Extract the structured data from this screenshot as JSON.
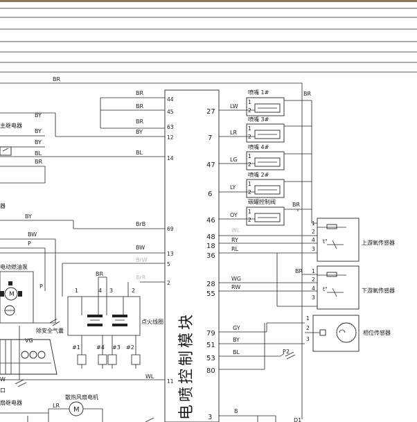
{
  "colors": {
    "frame_top": "#8a7a5a",
    "line": "#222222",
    "faded": "#bdbdbd"
  },
  "module": {
    "title": "电喷控制模块",
    "left_pins": [
      "44",
      "45",
      "63",
      "12",
      "14",
      "69",
      "13",
      "5",
      "2",
      "11"
    ],
    "right_pins": [
      "27",
      "7",
      "47",
      "6",
      "46",
      "48",
      "18",
      "36",
      "28",
      "55",
      "79",
      "51",
      "53",
      "80",
      "3"
    ]
  },
  "left_wires": {
    "br_top": "BR",
    "br1": "BR",
    "br2": "BR",
    "br3": "BR",
    "by1": "BY",
    "bl1": "BL",
    "brb": "BrB",
    "bw": "BW",
    "brw": "BrW",
    "brr": "BrR",
    "wl": "WL",
    "by_a": "BY",
    "by_b": "BY",
    "by_c": "BY",
    "bl_a": "BL",
    "br_a": "BR",
    "by_d": "BY",
    "bw_a": "BW",
    "p_a": "P",
    "p_b": "P",
    "lr": "LR"
  },
  "left_parts": {
    "relay": "主继电器",
    "relay2": "器",
    "fuel_pump": "电动燃油泵",
    "airbag": "除安全气囊",
    "vg": "VG",
    "ignition_coil": "点火线圈",
    "fan_relay": "扇继电器",
    "fan_motor": "散热风扇电机",
    "port": "口",
    "w_mark": "W",
    "coil_pins": [
      "1",
      "4",
      "3",
      "2"
    ],
    "coil_br": "BR",
    "plugs": [
      "#1",
      "#4",
      "#3",
      "#2"
    ]
  },
  "injectors": [
    {
      "label": "喷嘴 1#",
      "wire": "LW",
      "pins": [
        "1",
        "2"
      ]
    },
    {
      "label": "喷嘴 3#",
      "wire": "LR",
      "pins": [
        "1",
        "2"
      ]
    },
    {
      "label": "喷嘴 4#",
      "wire": "LG",
      "pins": [
        "1",
        "2"
      ]
    },
    {
      "label": "喷嘴 2#",
      "wire": "LY",
      "pins": [
        "1",
        "2"
      ]
    },
    {
      "label": "碳罐控制阀",
      "wire": "OY",
      "pins": [
        "1",
        "2"
      ]
    }
  ],
  "right_wires": {
    "br_right": "BR",
    "br_cv": "BR",
    "wl": "WL",
    "ry": "RY",
    "rl": "RL",
    "br_lower": "BR",
    "wg": "WG",
    "rw": "RW",
    "gy": "GY",
    "by": "BY",
    "bl": "BL",
    "p2": "P2",
    "b": "B",
    "d1": "D1"
  },
  "sensors": {
    "upstream_o2": "上游氧传感器",
    "downstream_o2": "下游氧传感器",
    "phase": "相位传感器",
    "o2_pins": [
      "1",
      "2",
      "4",
      "3"
    ],
    "phase_pins": [
      "1",
      "2",
      "3"
    ],
    "t_mark": "t°"
  }
}
